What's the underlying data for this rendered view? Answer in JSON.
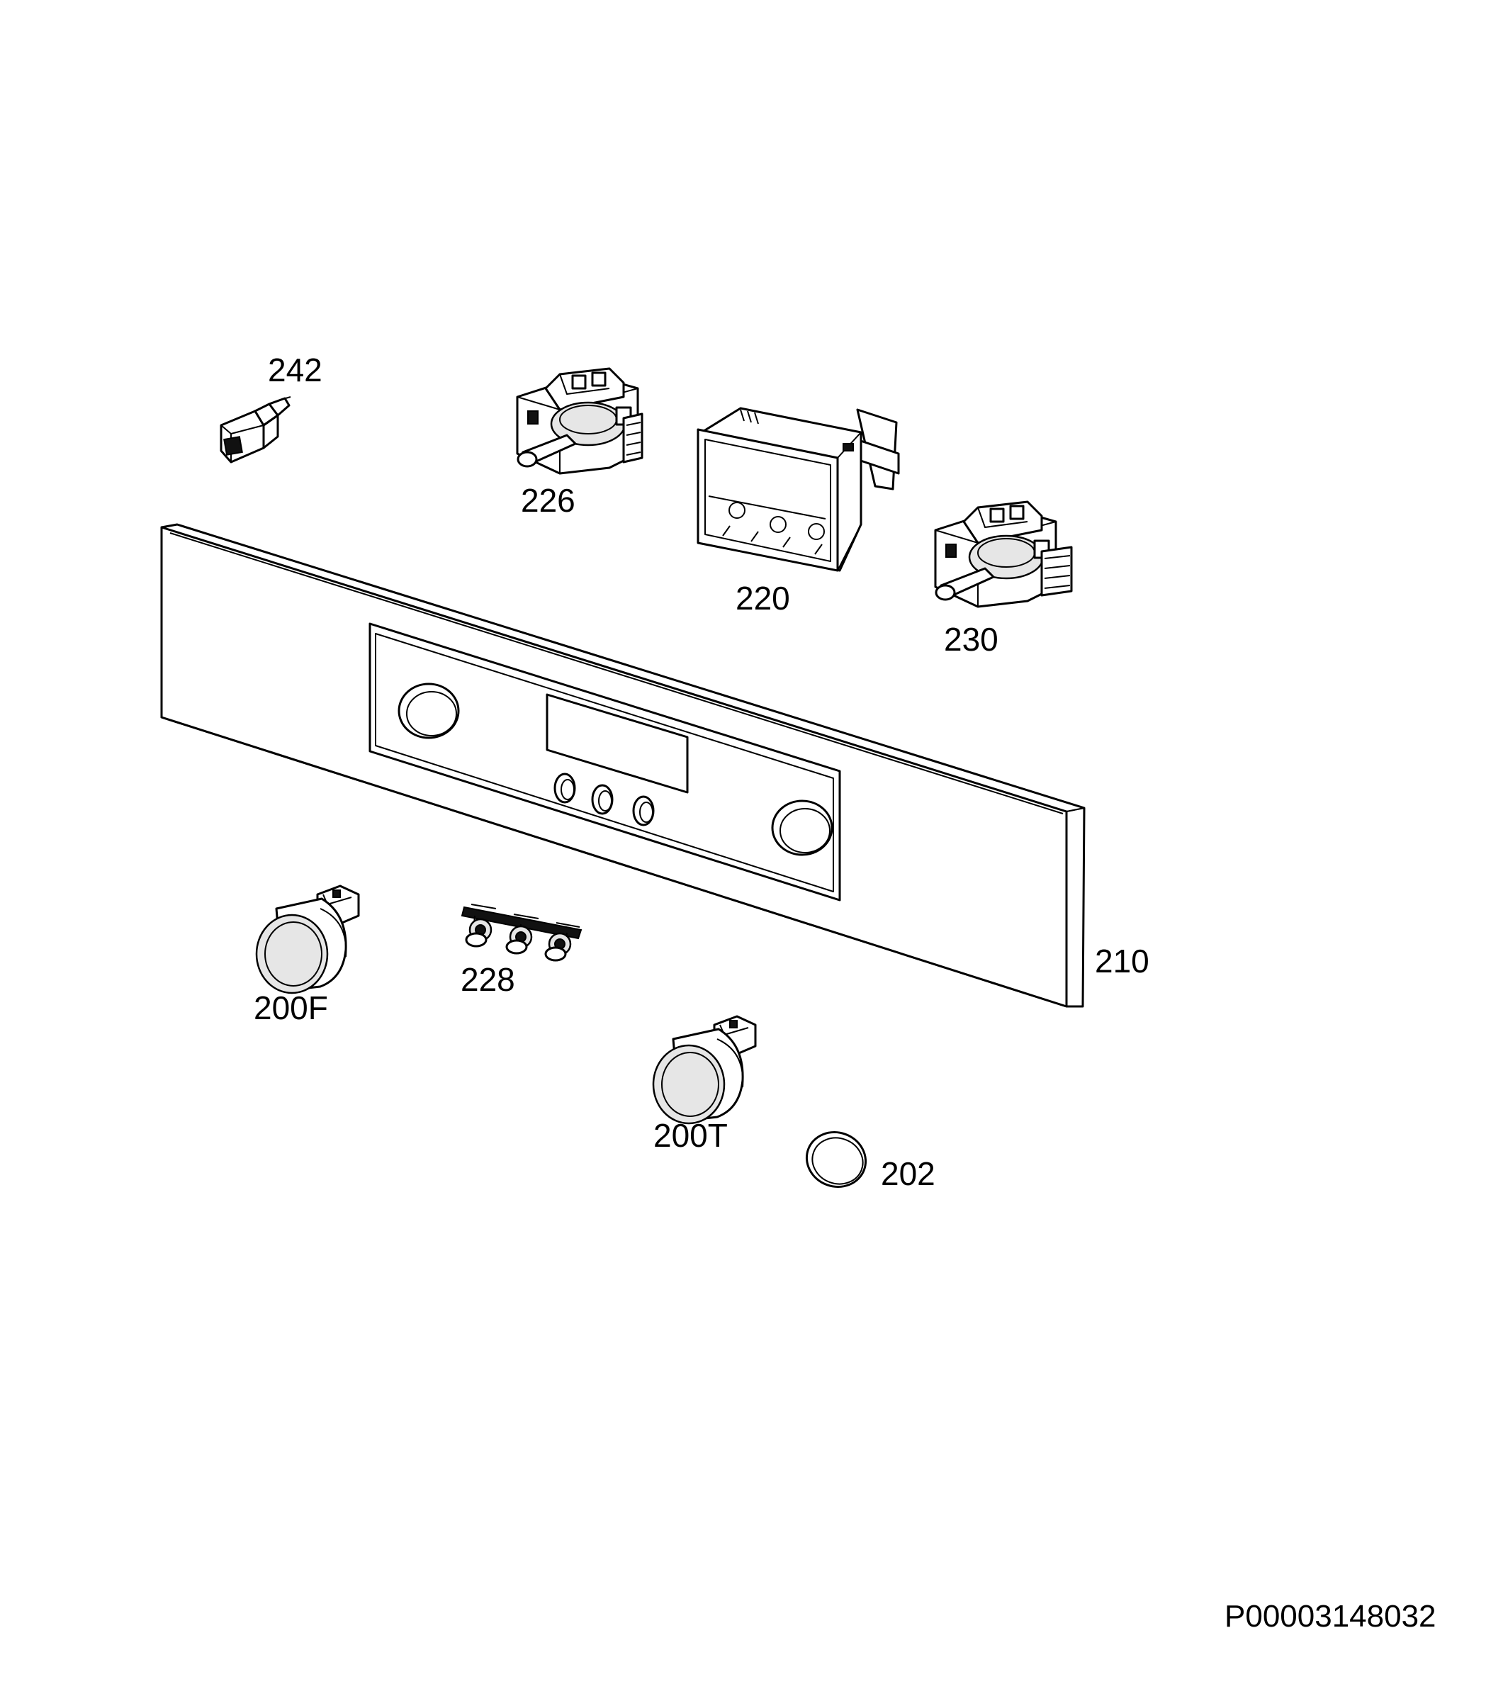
{
  "diagram": {
    "labels": {
      "p242": "242",
      "p226": "226",
      "p220": "220",
      "p230": "230",
      "p210": "210",
      "p228": "228",
      "p200F": "200F",
      "p200T": "200T",
      "p202": "202"
    },
    "document_id": "P00003148032"
  }
}
